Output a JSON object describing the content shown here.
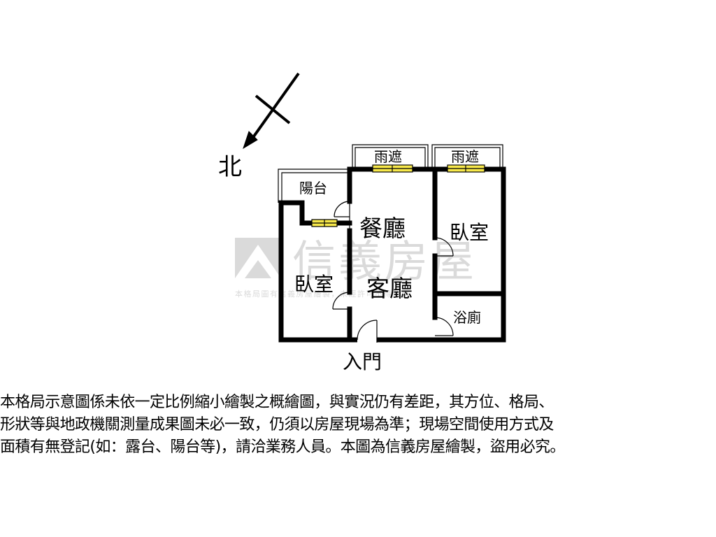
{
  "compass": {
    "label": "北"
  },
  "rooms": {
    "canopy_left": "雨遮",
    "canopy_right": "雨遮",
    "balcony": "陽台",
    "dining_living_top": "餐廳",
    "dining_living_bottom": "客廳",
    "bedroom_left": "臥室",
    "bedroom_right": "臥室",
    "bathroom": "浴廁",
    "entrance": "入門"
  },
  "watermark": {
    "brand": "信義房屋",
    "fine_print": "本格局圖有信義房屋繪製，未經許可不得使用"
  },
  "disclaimer": [
    "本格局示意圖係未依一定比例縮小繪製之概繪圖，與實況仍有差距，其方位、格局、",
    "形狀等與地政機關測量成果圖未必一致，仍須以房屋現場為準；現場空間使用方式及",
    "面積有無登記(如：露台、陽台等)，請洽業務人員。本圖為信義房屋繪製，盜用必究。"
  ],
  "colors": {
    "wall": "#000000",
    "window": "#f7e84a",
    "watermark": "#c8c8c8"
  }
}
